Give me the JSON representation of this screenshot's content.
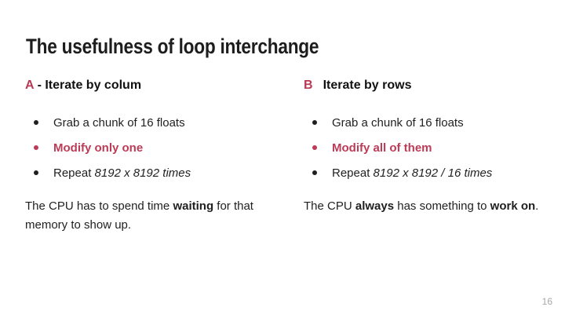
{
  "title": "The usefulness of loop interchange",
  "page_number": "16",
  "colors": {
    "accent_letter": "#b93a54",
    "accent_bullet": "#bc3b56",
    "title_text": "#1d1d1d",
    "body_text": "#1f1f1f",
    "page_number_text": "#a8a8a8",
    "background": "#ffffff"
  },
  "icons": {
    "bullet": "●"
  },
  "col_a": {
    "letter": "A",
    "heading": "- Iterate by colum",
    "bullet1": "Grab a chunk of 16 floats",
    "bullet2": "Modify only one",
    "bullet3_pre": "Repeat ",
    "bullet3_italic": "8192 x 8192 times",
    "note_run1": "The CPU has to spend time ",
    "note_run2_bold": "waiting",
    "note_run3": " for that memory to show up."
  },
  "col_b": {
    "letter": "B",
    "heading": "Iterate by rows",
    "bullet1": "Grab a chunk of 16 floats",
    "bullet2": "Modify all of them",
    "bullet3_pre": "Repeat ",
    "bullet3_italic": "8192 x 8192 / 16 times",
    "note_run1": "The CPU ",
    "note_run2_bold": "always",
    "note_run3": " has something to ",
    "note_run4_bold": "work on",
    "note_run5": "."
  }
}
